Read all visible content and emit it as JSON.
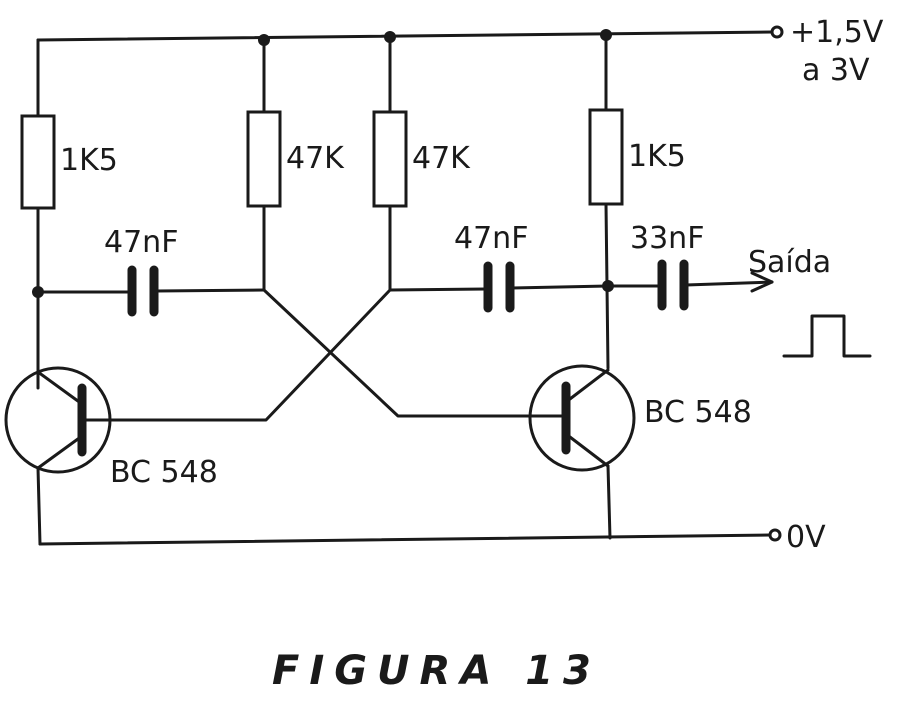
{
  "supply": {
    "line1": "+1,5V",
    "line2": "a 3V"
  },
  "ground": {
    "label": "0V"
  },
  "resistors": [
    {
      "label": "1K5"
    },
    {
      "label": "47K"
    },
    {
      "label": "47K"
    },
    {
      "label": "1K5"
    }
  ],
  "capacitors": [
    {
      "label": "47nF"
    },
    {
      "label": "47nF"
    },
    {
      "label": "33nF"
    }
  ],
  "transistors": [
    {
      "label": "BC 548"
    },
    {
      "label": "BC 548"
    }
  ],
  "output": {
    "label": "Saída"
  },
  "figure": {
    "caption": "FIGURA 13"
  }
}
